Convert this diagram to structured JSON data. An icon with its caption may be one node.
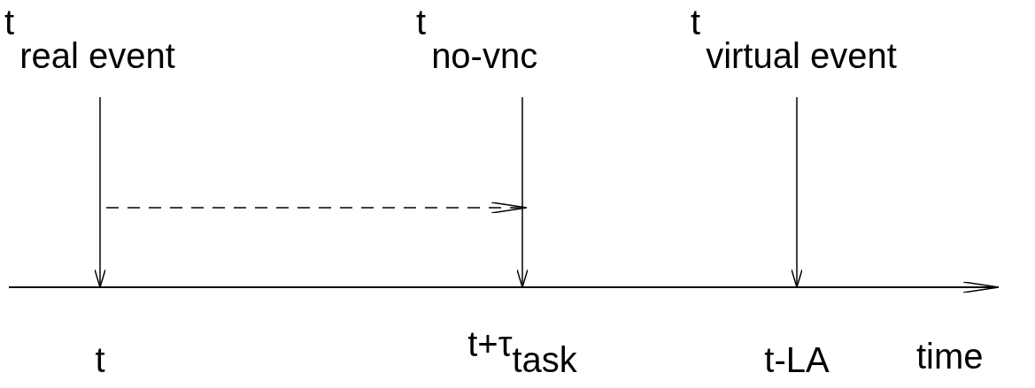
{
  "diagram": {
    "nodes": [
      {
        "text": [
          "t$_{real event}$"
        ]
      },
      {
        "text": [
          "t$_{no-vnc}$"
        ]
      },
      {
        "text": [
          "t$_{virtual event}$"
        ]
      },
      {
        "text": [
          "t"
        ]
      },
      {
        "text": [
          "t+τ$_{task}$"
        ]
      },
      {
        "text": [
          "t-LA"
        ]
      }
    ],
    "edges": [
      {
        "from": 0,
        "to": 3,
        "arrow": "to"
      },
      {
        "from": 1,
        "to": 4,
        "arrow": "to"
      },
      {
        "from": 2,
        "to": 5,
        "arrow": "to"
      }
    ],
    "labels": [
      "time"
    ]
  }
}
